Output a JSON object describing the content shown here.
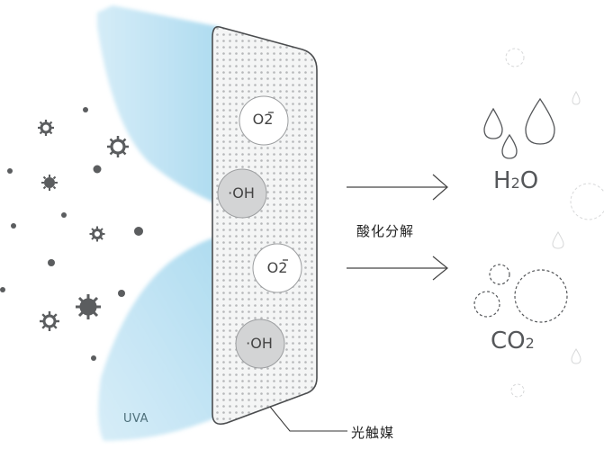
{
  "labels": {
    "uva": "UVA",
    "process": "酸化分解",
    "catalyst": "光触媒"
  },
  "radicals": {
    "r1": "O2",
    "r2": "·OH",
    "r3": "O2",
    "r4": "·OH"
  },
  "products": {
    "water_main": "H",
    "water_sub": "2",
    "water_tail": "O",
    "co2_main": "CO",
    "co2_sub": "2"
  },
  "colors": {
    "uv_light": "#bfe3f3",
    "ink": "#55575a",
    "panel_dots": "#b9bbbd",
    "oh_fill": "#d2d3d4"
  }
}
